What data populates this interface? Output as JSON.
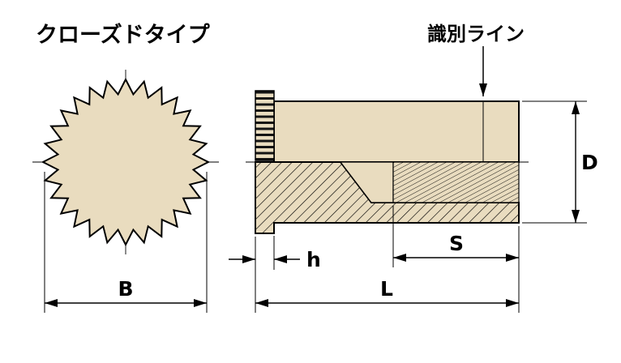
{
  "title": "クローズドタイプ",
  "callout": {
    "identification_line": "識別ライン"
  },
  "dimension_labels": {
    "B": "B",
    "D": "D",
    "h": "h",
    "S": "S",
    "L": "L"
  },
  "colors": {
    "part_fill": "#e9dcbf",
    "line": "#000000",
    "background": "#ffffff"
  }
}
